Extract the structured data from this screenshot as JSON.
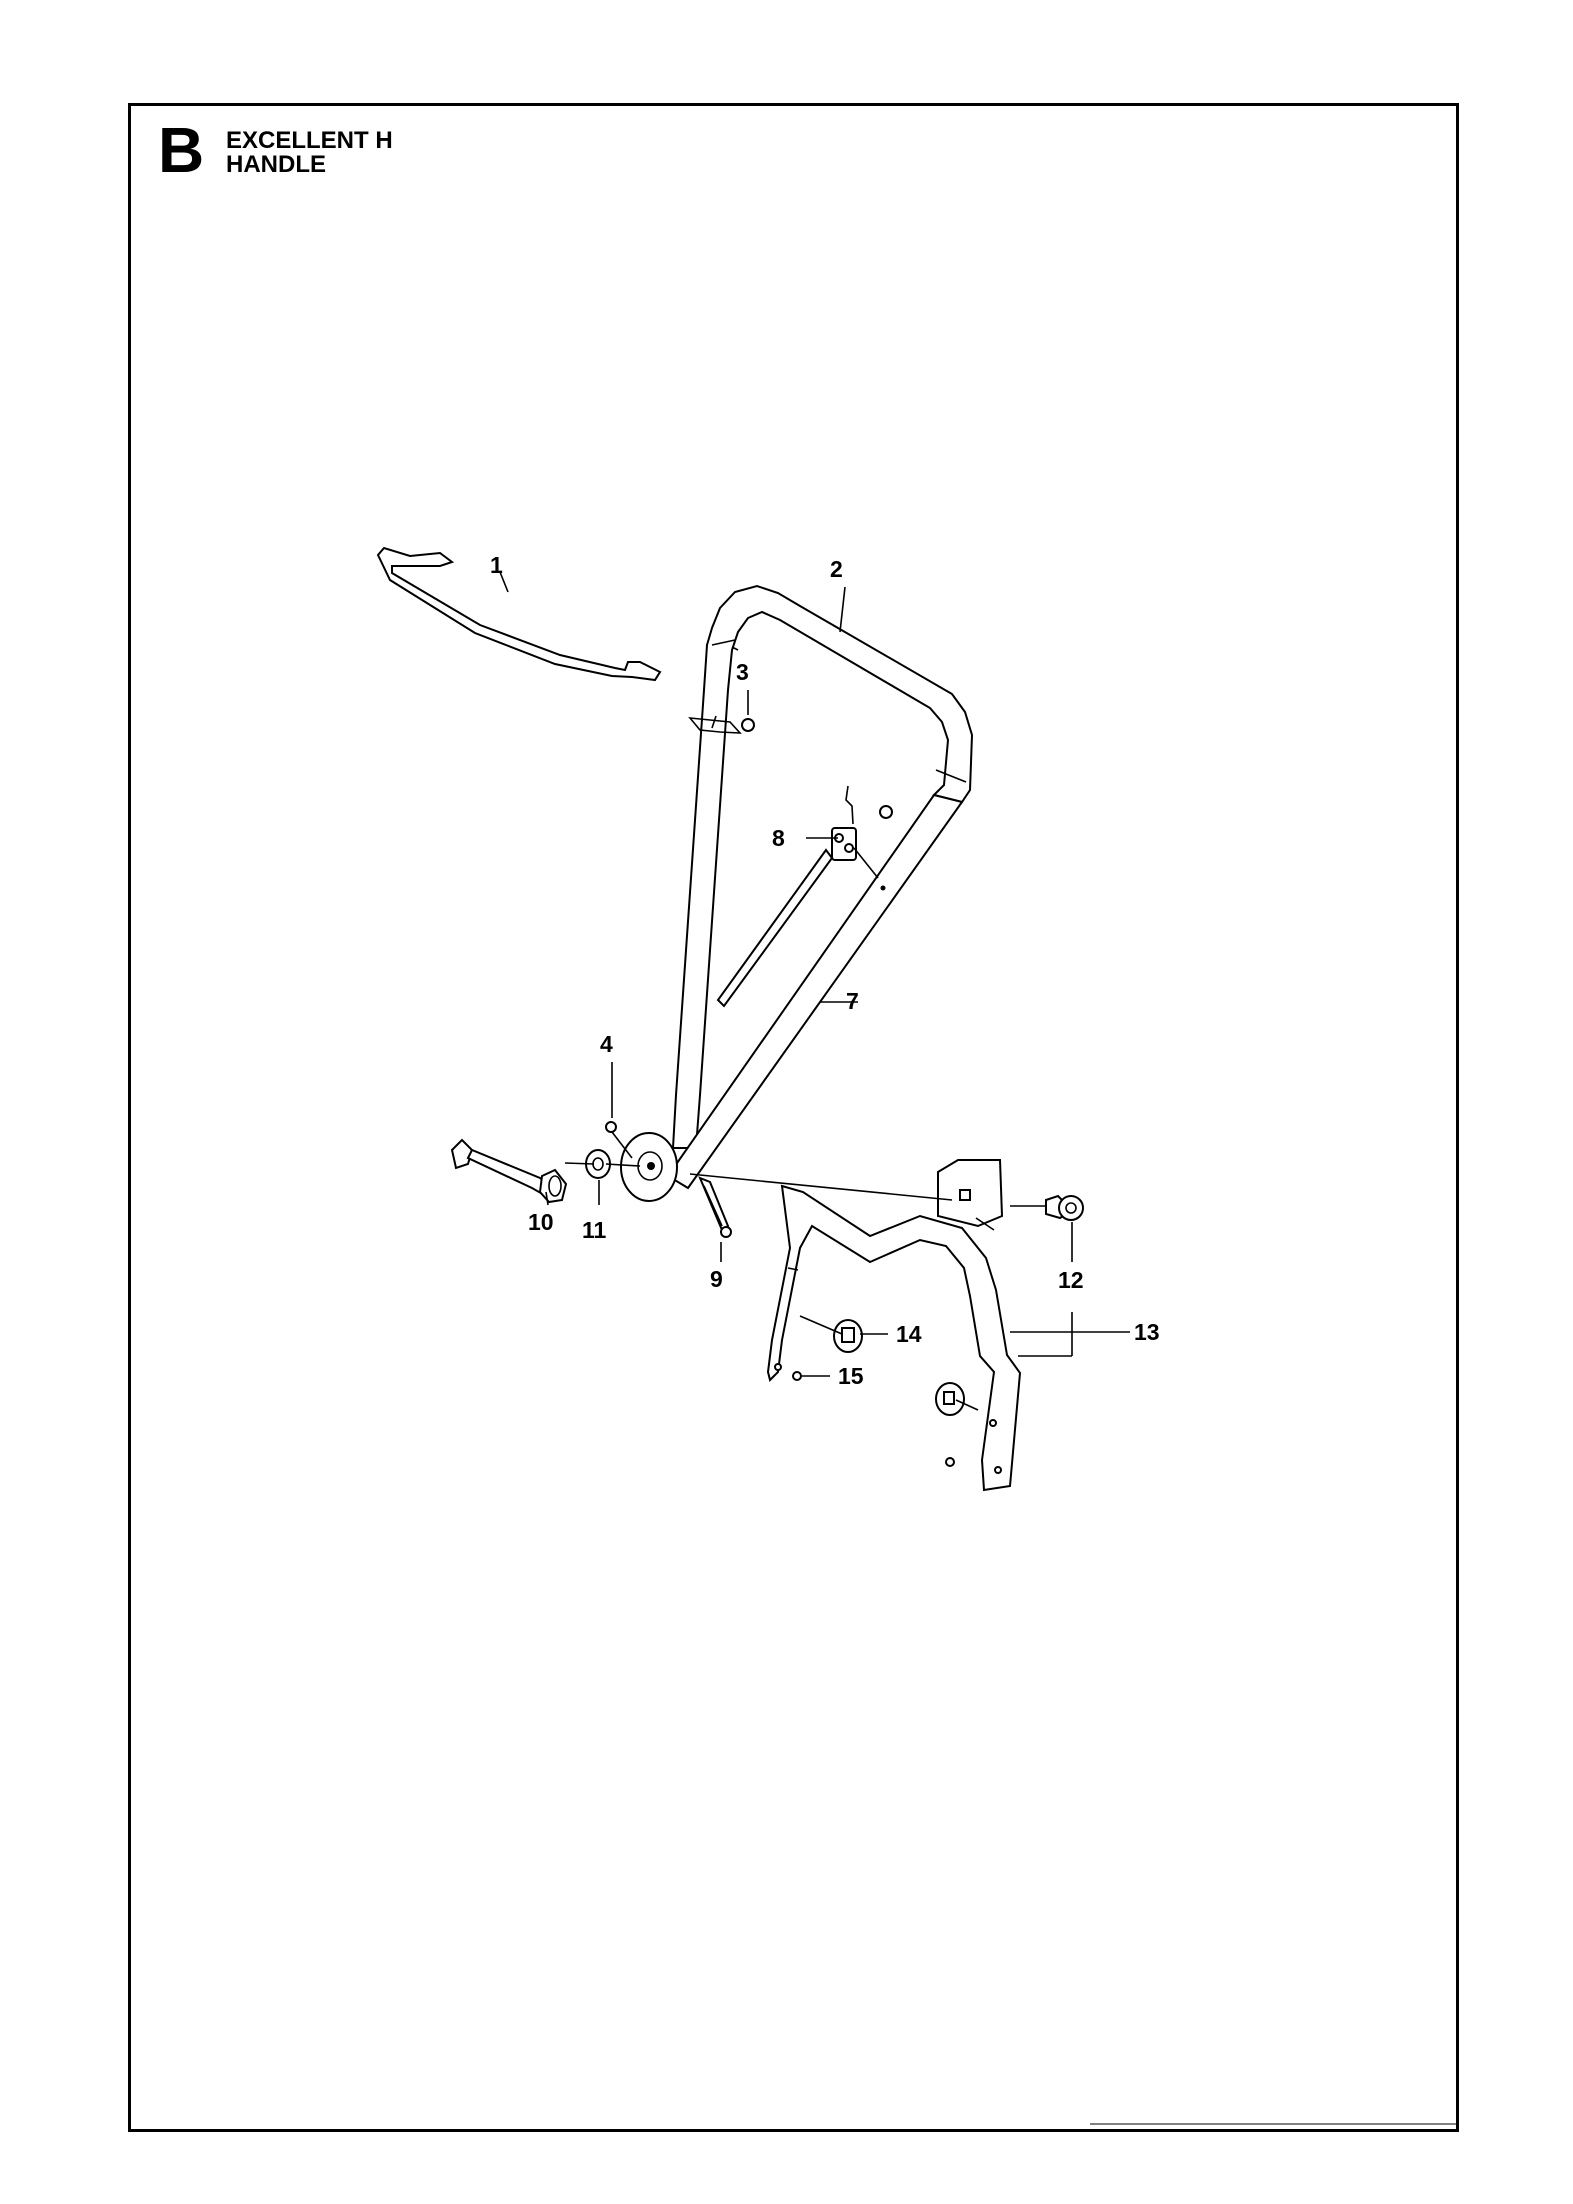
{
  "header": {
    "section_letter": "B",
    "model": "EXCELLENT H",
    "group": "HANDLE"
  },
  "callouts": [
    "1",
    "2",
    "3",
    "4",
    "7",
    "8",
    "9",
    "10",
    "11",
    "12",
    "13",
    "14",
    "15"
  ]
}
